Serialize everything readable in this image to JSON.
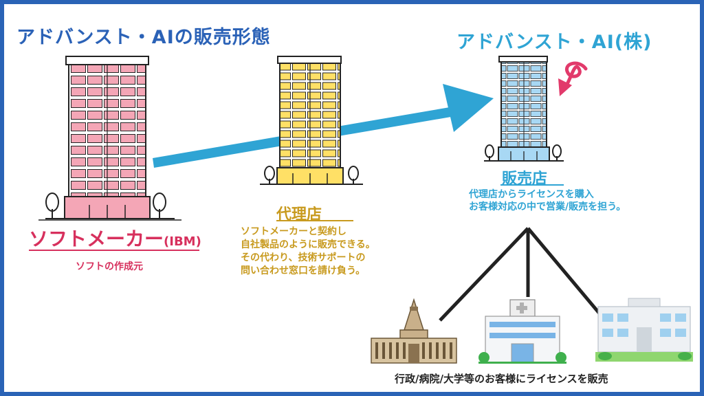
{
  "page_title": "アドバンスト・AIの販売形態",
  "company_title": "アドバンスト・AI(株)",
  "software_maker": {
    "label": "ソフトメーカー",
    "label_suffix": "(IBM)",
    "description": "ソフトの作成元"
  },
  "agency": {
    "label": "代理店",
    "description_lines": [
      "ソフトメーカーと契約し",
      "自社製品のように販売できる。",
      "その代わり、技術サポートの",
      "問い合わせ窓口を請け負う。"
    ]
  },
  "reseller": {
    "label": "販売店",
    "description_lines": [
      "代理店からライセンスを購入",
      "お客様対応の中で営業/販売を担う。"
    ]
  },
  "customers_caption": "行政/病院/大学等のお客様にライセンスを販売",
  "icons": [
    "pink-office-tower-icon",
    "yellow-office-tower-icon",
    "blue-office-tower-icon",
    "tree-icon",
    "location-pointer-arrow-icon",
    "government-building-icon",
    "hospital-icon",
    "school-building-icon"
  ],
  "colors": {
    "title_blue": "#2b62b7",
    "company_cyan": "#2fa4d4",
    "maker_pink": "#d7305d",
    "agency_gold": "#c89a1e",
    "arrow_blue": "#2fa4d4",
    "pointer_pink": "#e23a6b"
  }
}
